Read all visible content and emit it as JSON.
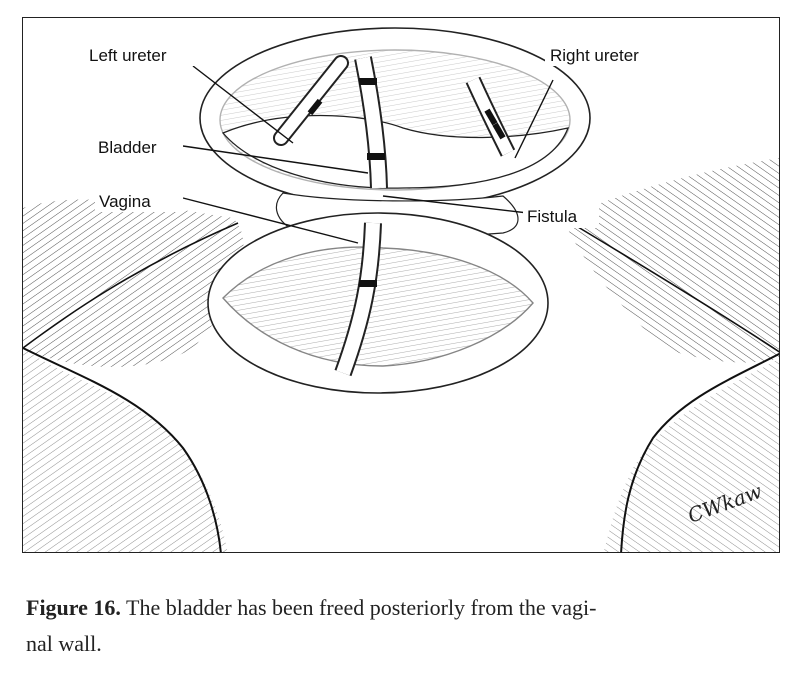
{
  "labels": {
    "left_ureter": "Left ureter",
    "right_ureter": "Right ureter",
    "bladder": "Bladder",
    "vagina": "Vagina",
    "fistula": "Fistula"
  },
  "signature": "CWkaw",
  "caption": {
    "label": "Figure 16.",
    "line1": "The bladder has been freed posteriorly from the vagi-",
    "line2": "nal wall."
  }
}
